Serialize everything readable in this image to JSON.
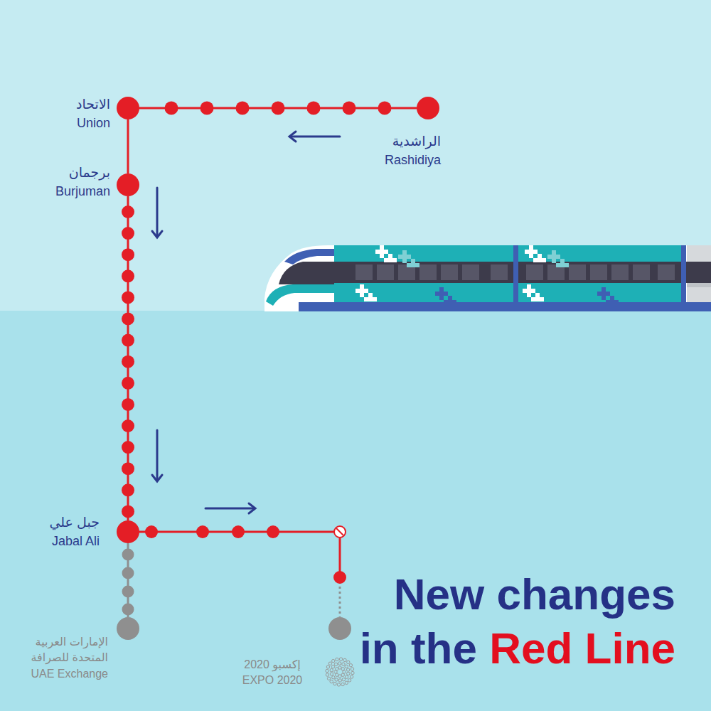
{
  "diagram": {
    "title": "New changes in the Red Line",
    "nodes": [
      {
        "text": [
          "الاتحاد",
          "Union"
        ]
      },
      {
        "text": [
          "الراشدية",
          "Rashidiya"
        ]
      },
      {
        "text": [
          "برجمان",
          "Burjuman"
        ]
      },
      {
        "text": [
          "جبل علي",
          "Jabal Ali"
        ]
      },
      {
        "text": [
          "الإمارات العربية المتحدة للصرافة",
          "UAE Exchange"
        ]
      },
      {
        "text": [
          "إكسبو 2020",
          "EXPO 2020"
        ]
      }
    ],
    "edges": [
      {
        "from": 1,
        "to": 0,
        "arrow": "none"
      },
      {
        "from": 0,
        "to": 2,
        "arrow": "none"
      },
      {
        "from": 2,
        "to": 3,
        "arrow": "none"
      },
      {
        "from": 3,
        "to": 5,
        "arrow": "none"
      },
      {
        "from": 3,
        "to": 4,
        "arrow": "none"
      }
    ]
  }
}
